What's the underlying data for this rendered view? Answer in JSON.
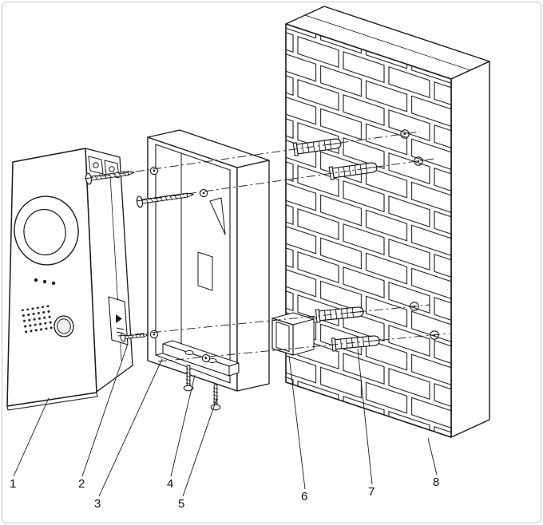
{
  "figure": {
    "background_color": "#ffffff",
    "line_color": "#1a1a1a",
    "frame_border_color": "#c6c6c6",
    "callouts": [
      {
        "label": "1",
        "part": "door-station-front-panel"
      },
      {
        "label": "2",
        "part": "panel-fixing-screw"
      },
      {
        "label": "3",
        "part": "flush-mount-box"
      },
      {
        "label": "4",
        "part": "bottom-locking-screw"
      },
      {
        "label": "5",
        "part": "bottom-locking-screw"
      },
      {
        "label": "6",
        "part": "cable-conduit"
      },
      {
        "label": "7",
        "part": "expansion-anchor"
      },
      {
        "label": "8",
        "part": "brick-wall"
      }
    ]
  }
}
